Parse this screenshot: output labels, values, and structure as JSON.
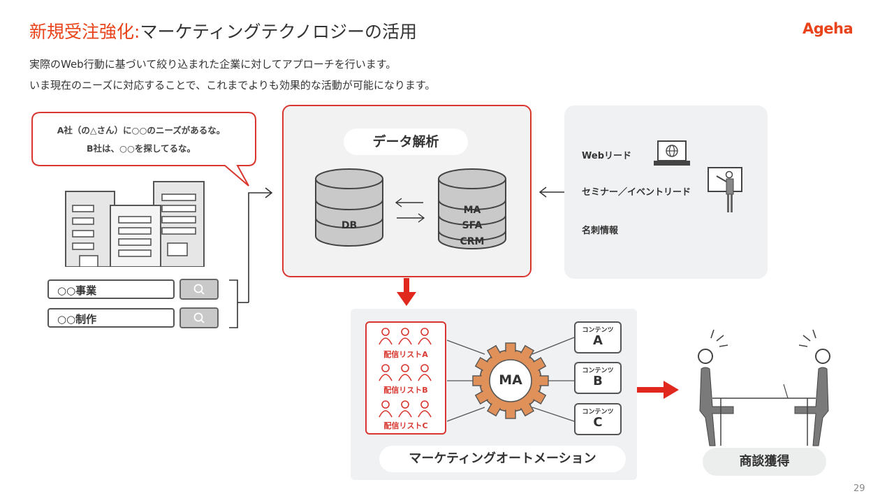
{
  "header": {
    "title_accent": "新規受注強化:",
    "title_rest": "マーケティングテクノロジーの活用",
    "logo": "Ageha"
  },
  "description": {
    "line1": "実際のWeb行動に基づいて絞り込まれた企業に対してアプローチを行います。",
    "line2": "いま現在のニーズに対応することで、これまでよりも効果的な活動が可能になります。"
  },
  "bubble": {
    "line1": "A社（の△さん）に○○のニーズがあるな。",
    "line2": "B社は、○○を探してるな。"
  },
  "searches": [
    {
      "text": "○○事業"
    },
    {
      "text": "○○制作"
    }
  ],
  "data_analysis": {
    "title": "データ解析",
    "db_label": "DB",
    "stack_labels": [
      "MA",
      "SFA",
      "CRM"
    ]
  },
  "sources": {
    "items": [
      "Webリード",
      "セミナー／イベントリード",
      "名刺情報"
    ]
  },
  "ma": {
    "gear_label": "MA",
    "lists": [
      "配信リストA",
      "配信リストB",
      "配信リストC"
    ],
    "contents_small": "コンテンツ",
    "contents": [
      "A",
      "B",
      "C"
    ],
    "footer": "マーケティングオートメーション"
  },
  "result": {
    "label": "商談獲得"
  },
  "page_number": "29",
  "colors": {
    "accent": "#e8431a",
    "red": "#d8362e",
    "gear": "#e0915a",
    "panel": "#f0f1f2"
  }
}
